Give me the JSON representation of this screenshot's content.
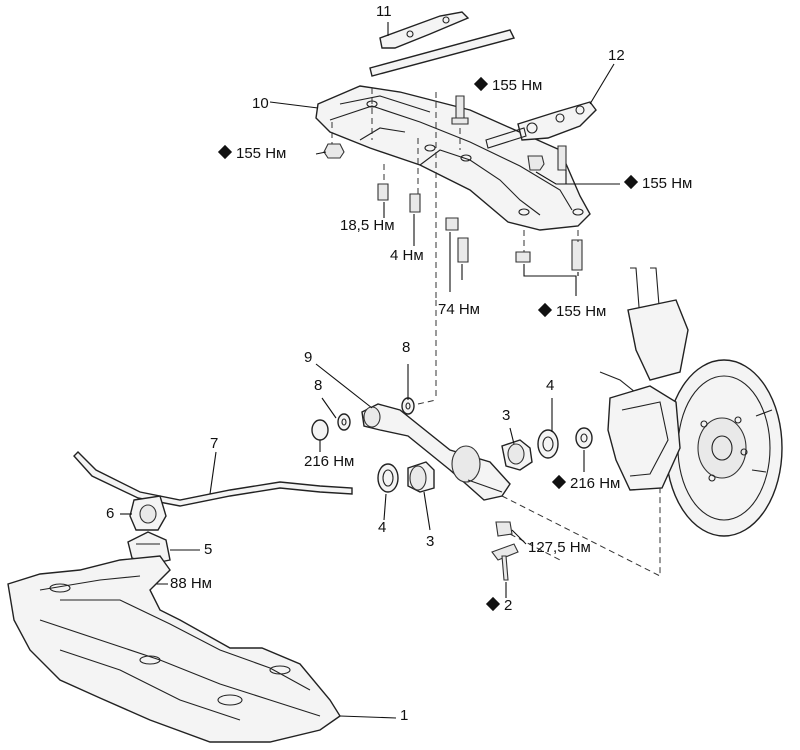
{
  "parts": {
    "p1": "1",
    "p2": "2",
    "p3a": "3",
    "p3b": "3",
    "p4a": "4",
    "p4b": "4",
    "p5": "5",
    "p6": "6",
    "p7": "7",
    "p8a": "8",
    "p8b": "8",
    "p9": "9",
    "p10": "10",
    "p11": "11",
    "p12": "12"
  },
  "torques": {
    "t155_top": "155 Нм",
    "t155_left": "155 Нм",
    "t155_right": "155 Нм",
    "t155_bottom": "155 Нм",
    "t18": "18,5 Нм",
    "t4": "4 Нм",
    "t74": "74 Нм",
    "t216_left": "216 Нм",
    "t216_right": "216 Нм",
    "t127": "127,5 Нм",
    "t88": "88 Нм"
  },
  "critical_marker": "diamond-icon"
}
